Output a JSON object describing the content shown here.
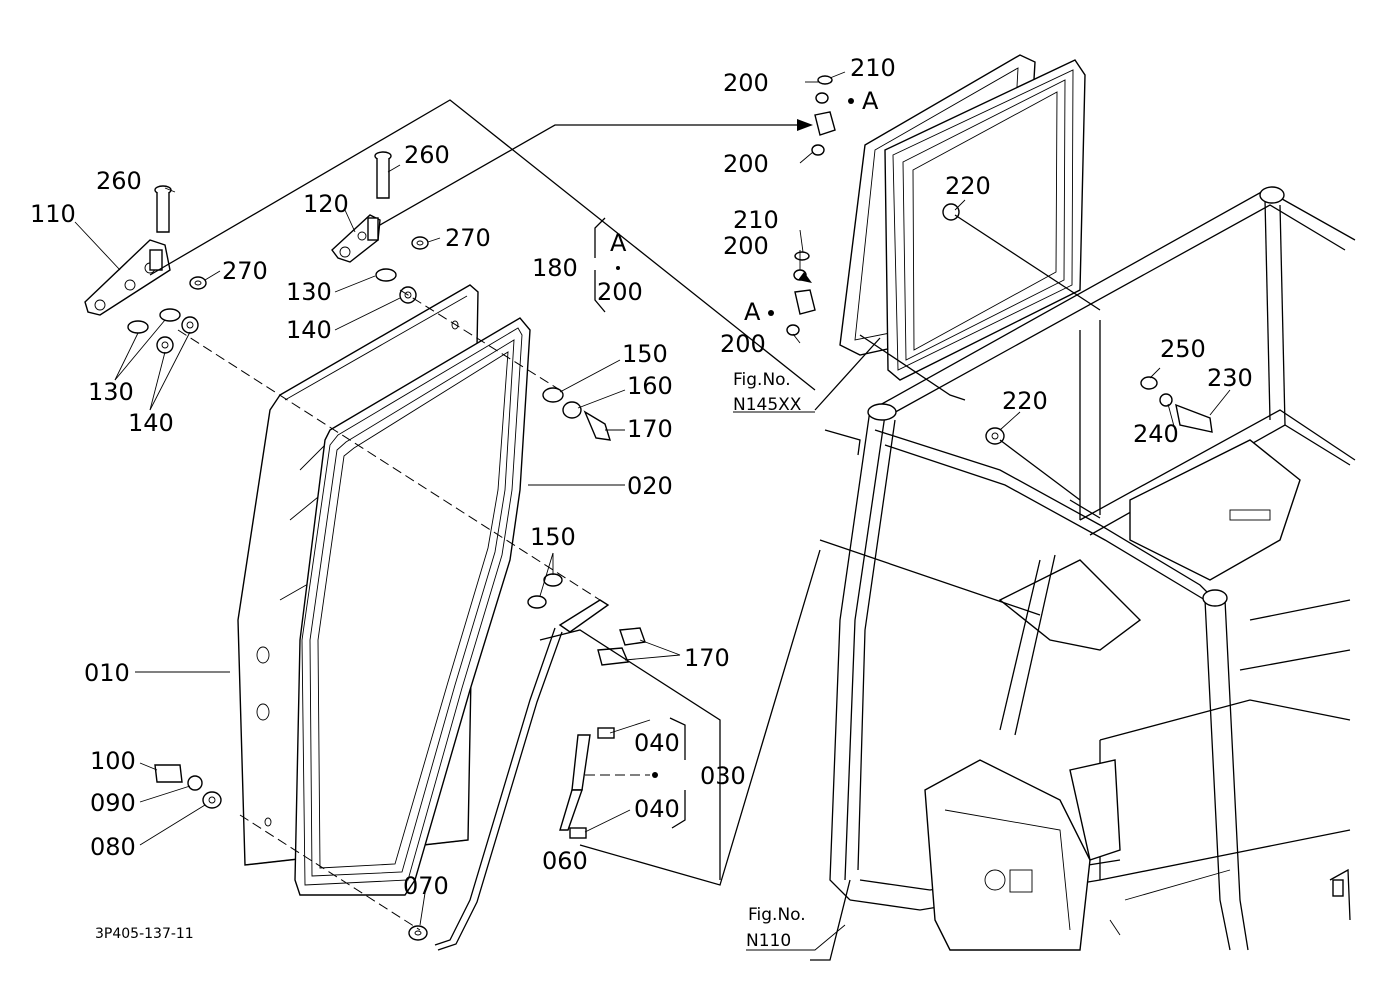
{
  "drawing_number": "3P405-137-11",
  "figure_refs": {
    "window_fig": {
      "line1": "Fig.No.",
      "line2": "N145XX"
    },
    "frame_fig": {
      "line1": "Fig.No.",
      "line2": "N110"
    }
  },
  "group_180": {
    "number": "180",
    "top": "A",
    "bottom": "200"
  },
  "callout_A": "A",
  "parts": {
    "p010": "010",
    "p020": "020",
    "p030": "030",
    "p040a": "040",
    "p040b": "040",
    "p060": "060",
    "p070": "070",
    "p080": "080",
    "p090": "090",
    "p100": "100",
    "p110": "110",
    "p120": "120",
    "p130a": "130",
    "p130b": "130",
    "p140a": "140",
    "p140b": "140",
    "p150a": "150",
    "p150b": "150",
    "p160": "160",
    "p170a": "170",
    "p170b": "170",
    "p200a": "200",
    "p200b": "200",
    "p200c": "200",
    "p200d": "200",
    "p210a": "210",
    "p210b": "210",
    "p220a": "220",
    "p220b": "220",
    "p230": "230",
    "p240": "240",
    "p250": "250",
    "p260a": "260",
    "p260b": "260",
    "p270a": "270",
    "p270b": "270"
  }
}
